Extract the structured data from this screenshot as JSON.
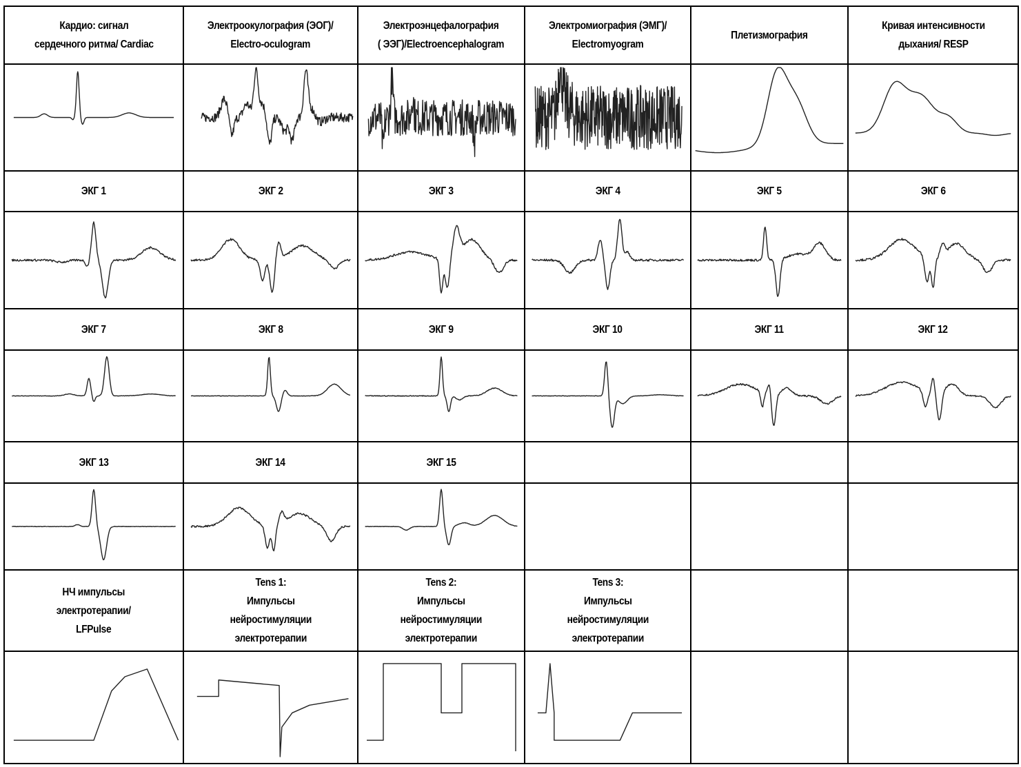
{
  "table": {
    "rows": [
      {
        "kind": "label",
        "cells": [
          "Кардио: сигнал\nсердечного ритма/ Cardiac",
          "Электроокулография (ЭОГ)/\nElectro-oculogram",
          "Электроэнцефалография\n( ЭЭГ)/Electroencephalogram",
          "Электромиография (ЭМГ)/\nElectromyogram",
          "Плетизмография",
          "Кривая интенсивности\nдыхания/ RESP"
        ]
      },
      {
        "kind": "wave",
        "cells": [
          "cardiac",
          "eog",
          "eeg",
          "emg",
          "pleth",
          "resp"
        ]
      },
      {
        "kind": "label",
        "cells": [
          "ЭКГ 1",
          "ЭКГ 2",
          "ЭКГ 3",
          "ЭКГ 4",
          "ЭКГ 5",
          "ЭКГ 6"
        ]
      },
      {
        "kind": "wave",
        "cells": [
          "ecg1",
          "ecg2",
          "ecg3",
          "ecg4",
          "ecg5",
          "ecg6"
        ]
      },
      {
        "kind": "label",
        "cells": [
          "ЭКГ 7",
          "ЭКГ 8",
          "ЭКГ 9",
          "ЭКГ 10",
          "ЭКГ 11",
          "ЭКГ 12"
        ]
      },
      {
        "kind": "wave",
        "cells": [
          "ecg7",
          "ecg8",
          "ecg9",
          "ecg10",
          "ecg11",
          "ecg12"
        ]
      },
      {
        "kind": "label",
        "cells": [
          "ЭКГ 13",
          "ЭКГ 14",
          "ЭКГ 15",
          "",
          "",
          ""
        ]
      },
      {
        "kind": "wave",
        "cells": [
          "ecg13",
          "ecg14",
          "ecg15",
          "",
          "",
          ""
        ]
      },
      {
        "kind": "label",
        "cells": [
          "НЧ импульсы\nэлектротерапии/\nLFPulse",
          "Tens 1:\nИмпульсы\nнейростимуляции\nэлектротерапии",
          "Tens 2:\nИмпульсы\nнейростимуляции\nэлектротерапии",
          "Tens 3:\nИмпульсы\nнейростимуляции\nэлектротерапии",
          "",
          ""
        ]
      },
      {
        "kind": "wave",
        "cells": [
          "lfpulse",
          "tens1",
          "tens2",
          "tens3",
          "",
          ""
        ]
      }
    ]
  }
}
